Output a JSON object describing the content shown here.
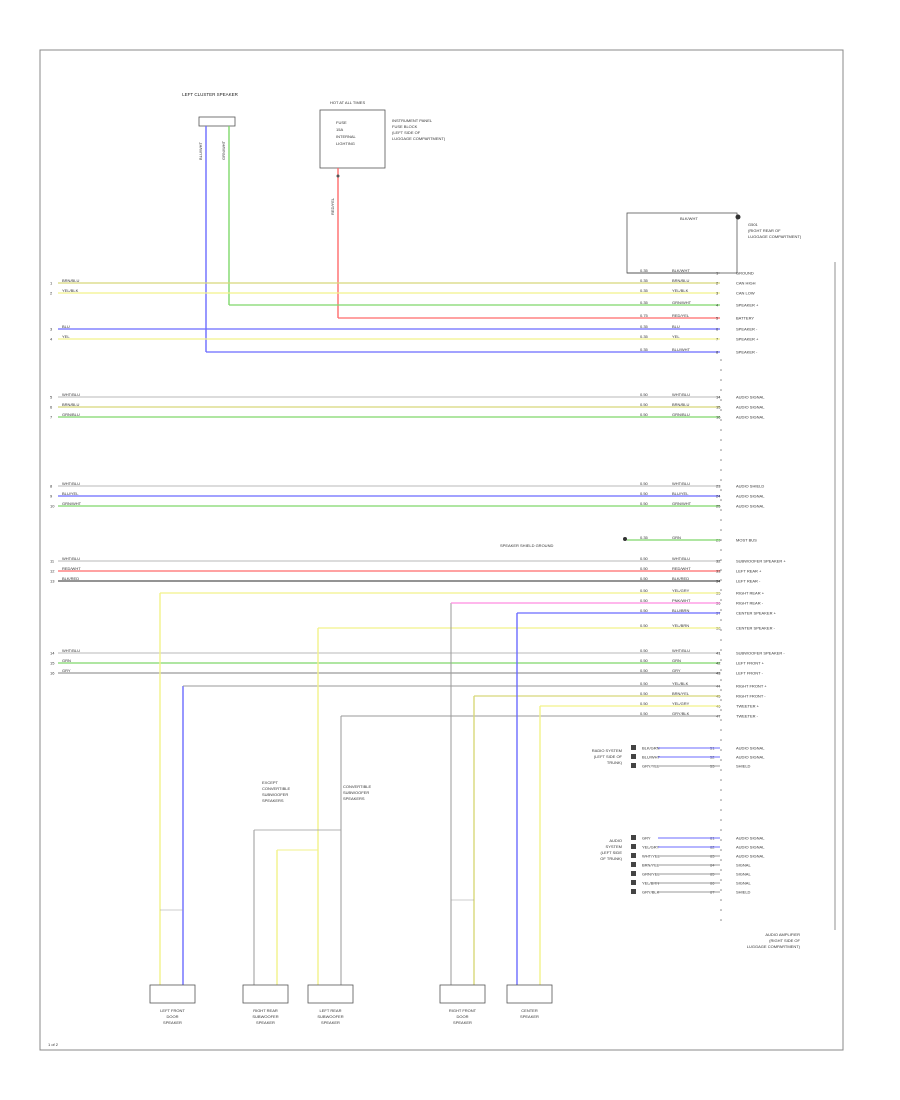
{
  "page_label": "1 of 2",
  "top_left_speaker": {
    "title": "LEFT CLUSTER SPEAKER",
    "wire_left": "BLU/WHT",
    "wire_right": "GRN/WHT"
  },
  "fuse_block": {
    "label_top": "HOT AT ALL TIMES",
    "inner_lines": [
      "FUSE",
      "15A",
      "INTERNAL",
      "LIGHTING"
    ],
    "side_label_lines": [
      "INSTRUMENT PANEL",
      "FUSE BLOCK",
      "(LEFT SIDE OF",
      "LUGGAGE COMPARTMENT)"
    ],
    "wire": "RED/YEL"
  },
  "ground_box": {
    "label": "BLK/WHT",
    "side_label_lines": [
      "G501",
      "(RIGHT REAR OF",
      "LUGGAGE COMPARTMENT)"
    ]
  },
  "left_labels": {
    "g1": [
      {
        "num": "1",
        "color": "BRN/BLU"
      },
      {
        "num": "2",
        "color": "YEL/BLK"
      }
    ],
    "g2": [
      {
        "num": "3",
        "color": "BLU"
      },
      {
        "num": "4",
        "color": "YEL"
      }
    ],
    "g3": [
      {
        "num": "5",
        "color": "WHT/BLU"
      },
      {
        "num": "6",
        "color": "BRN/BLU"
      },
      {
        "num": "7",
        "color": "GRN/BLU"
      }
    ],
    "g4": [
      {
        "num": "8",
        "color": "WHT/BLU"
      },
      {
        "num": "9",
        "color": "BLU/YEL"
      },
      {
        "num": "10",
        "color": "GRN/WHT"
      }
    ],
    "g5": [
      {
        "num": "11",
        "color": "WHT/BLU"
      },
      {
        "num": "12",
        "color": "RED/WHT"
      },
      {
        "num": "13",
        "color": "BLK/RED"
      }
    ],
    "g6": [
      {
        "num": "14",
        "color": "WHT/BLU"
      },
      {
        "num": "15",
        "color": "GRN"
      },
      {
        "num": "16",
        "color": "GRY"
      }
    ]
  },
  "connector_rows": [
    {
      "code": "0.35",
      "color": "BLK/WHT",
      "pin": "1",
      "func": "GROUND"
    },
    {
      "code": "0.35",
      "color": "BRN/BLU",
      "pin": "2",
      "func": "CAN HIGH"
    },
    {
      "code": "0.35",
      "color": "YEL/BLK",
      "pin": "3",
      "func": "CAN LOW"
    },
    {
      "code": "0.35",
      "color": "GRN/WHT",
      "pin": "4",
      "func": "SPEAKER +"
    },
    {
      "code": "0.75",
      "color": "RED/YEL",
      "pin": "5",
      "func": "BATTERY"
    },
    {
      "code": "0.35",
      "color": "BLU",
      "pin": "6",
      "func": "SPEAKER -"
    },
    {
      "code": "0.35",
      "color": "YEL",
      "pin": "7",
      "func": "SPEAKER +"
    },
    {
      "code": "0.35",
      "color": "BLU/WHT",
      "pin": "8",
      "func": "SPEAKER -"
    },
    {
      "code": "0.50",
      "color": "WHT/BLU",
      "pin": "14",
      "func": "AUDIO SIGNAL"
    },
    {
      "code": "0.50",
      "color": "BRN/BLU",
      "pin": "15",
      "func": "AUDIO SIGNAL"
    },
    {
      "code": "0.50",
      "color": "GRN/BLU",
      "pin": "16",
      "func": "AUDIO SIGNAL"
    },
    {
      "code": "0.50",
      "color": "WHT/BLU",
      "pin": "23",
      "func": "AUDIO SHIELD"
    },
    {
      "code": "0.50",
      "color": "BLU/YEL",
      "pin": "24",
      "func": "AUDIO SIGNAL"
    },
    {
      "code": "0.50",
      "color": "GRN/WHT",
      "pin": "25",
      "func": "AUDIO SIGNAL"
    },
    {
      "code": "0.35",
      "color": "GRN",
      "pin": "29",
      "func": "MOST BUS"
    },
    {
      "code": "0.50",
      "color": "WHT/BLU",
      "pin": "32",
      "func": "SUBWOOFER SPEAKER +"
    },
    {
      "code": "0.50",
      "color": "RED/WHT",
      "pin": "33",
      "func": "LEFT REAR +"
    },
    {
      "code": "0.50",
      "color": "BLK/RED",
      "pin": "34",
      "func": "LEFT REAR -"
    },
    {
      "code": "0.50",
      "color": "YEL/GRY",
      "pin": "35",
      "func": "RIGHT REAR +"
    },
    {
      "code": "0.50",
      "color": "PNK/WHT",
      "pin": "36",
      "func": "RIGHT REAR -"
    },
    {
      "code": "0.50",
      "color": "BLU/BRN",
      "pin": "37",
      "func": "CENTER SPEAKER +"
    },
    {
      "code": "0.50",
      "color": "YEL/BRN",
      "pin": "38",
      "func": "CENTER SPEAKER -"
    },
    {
      "code": "0.50",
      "color": "WHT/BLU",
      "pin": "41",
      "func": "SUBWOOFER SPEAKER -"
    },
    {
      "code": "0.50",
      "color": "GRN",
      "pin": "42",
      "func": "LEFT FRONT +"
    },
    {
      "code": "0.50",
      "color": "GRY",
      "pin": "43",
      "func": "LEFT FRONT -"
    },
    {
      "code": "0.50",
      "color": "YEL/BLK",
      "pin": "44",
      "func": "RIGHT FRONT +"
    },
    {
      "code": "0.50",
      "color": "BRN/YEL",
      "pin": "45",
      "func": "RIGHT FRONT -"
    },
    {
      "code": "0.50",
      "color": "YEL/GRY",
      "pin": "46",
      "func": "TWEETER +"
    },
    {
      "code": "0.50",
      "color": "GRY/BLK",
      "pin": "47",
      "func": "TWEETER -"
    }
  ],
  "radio_block": {
    "caption_lines": [
      "RADIO SYSTEM",
      "(LEFT SIDE OF",
      "TRUNK)"
    ],
    "rows": [
      {
        "pin": "51",
        "color": "BLK/GRN",
        "func": "AUDIO SIGNAL"
      },
      {
        "pin": "52",
        "color": "BLU/WHT",
        "func": "AUDIO SIGNAL"
      },
      {
        "pin": "53",
        "color": "GRY/YEL",
        "func": "SHIELD"
      }
    ]
  },
  "audio_block": {
    "caption_lines": [
      "AUDIO",
      "SYSTEM",
      "(LEFT SIDE",
      "OF TRUNK)"
    ],
    "rows": [
      {
        "pin": "61",
        "color": "GRY",
        "func": "AUDIO SIGNAL"
      },
      {
        "pin": "62",
        "color": "YEL/GRY",
        "func": "AUDIO SIGNAL"
      },
      {
        "pin": "63",
        "color": "WHT/YEL",
        "func": "AUDIO SIGNAL"
      },
      {
        "pin": "64",
        "color": "BRN/YEL",
        "func": "SIGNAL"
      },
      {
        "pin": "65",
        "color": "GRN/YEL",
        "func": "SIGNAL"
      },
      {
        "pin": "66",
        "color": "YEL/BRN",
        "func": "SIGNAL"
      },
      {
        "pin": "67",
        "color": "GRY/BLK",
        "func": "SHIELD"
      }
    ]
  },
  "mid_ground_label": "SPEAKER SHIELD GROUND",
  "module": {
    "label_lines": [
      "AUDIO AMPLIFIER",
      "(RIGHT SIDE OF",
      "LUGGAGE COMPARTMENT)"
    ]
  },
  "speakers": [
    {
      "id": "left-front",
      "lines": [
        "LEFT FRONT",
        "DOOR",
        "SPEAKER"
      ]
    },
    {
      "id": "right-rear-sub",
      "lines": [
        "RIGHT REAR",
        "SUBWOOFER",
        "SPEAKER"
      ]
    },
    {
      "id": "left-rear-sub",
      "lines": [
        "LEFT REAR",
        "SUBWOOFER",
        "SPEAKER"
      ]
    },
    {
      "id": "right-front",
      "lines": [
        "RIGHT FRONT",
        "DOOR",
        "SPEAKER"
      ]
    },
    {
      "id": "center",
      "lines": [
        "CENTER",
        "SPEAKER"
      ]
    }
  ],
  "splice_note": {
    "lines": [
      "EXCEPT",
      "CONVERTIBLE",
      "SUBWOOFER",
      "SPEAKERS"
    ]
  },
  "splice_note2": {
    "lines": [
      "CONVERTIBLE",
      "SUBWOOFER",
      "SPEAKERS"
    ]
  },
  "colors": {
    "blue": "#6b6bff",
    "green": "#7fd86b",
    "yellow": "#f2f28a",
    "red": "#ff6b6b",
    "pink": "#ff8ce0",
    "gray": "#9a9a9a",
    "olive": "#d8d87a",
    "line": "#555555"
  }
}
